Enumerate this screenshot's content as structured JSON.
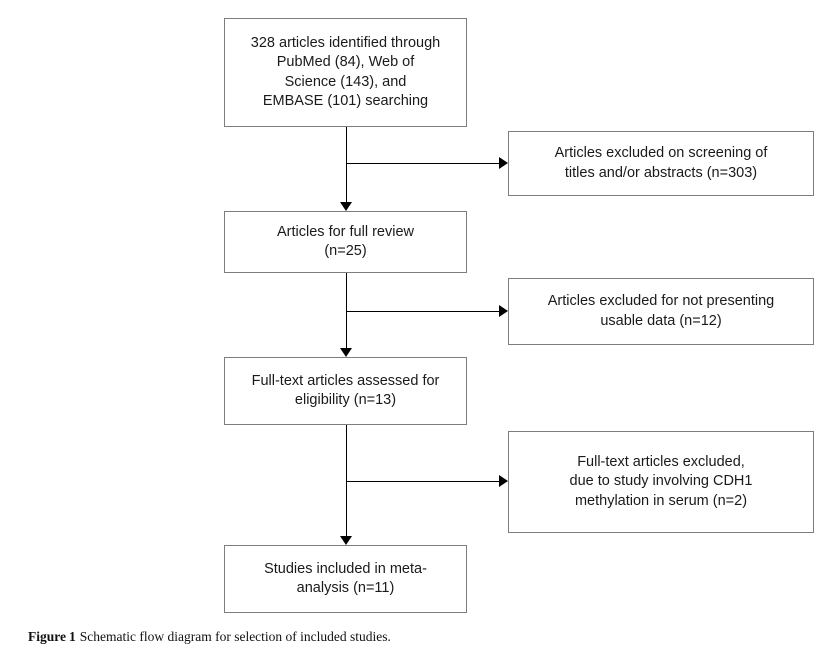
{
  "figure": {
    "caption_label": "Figure",
    "caption_number": "1",
    "caption_text": "Schematic flow diagram for selection of included studies."
  },
  "chart_data": {
    "type": "diagram",
    "diagram_kind": "prisma-flowchart",
    "title": "Schematic flow diagram for selection of included studies.",
    "colors": {
      "box_border": "#7d7d7d",
      "connector": "#000000",
      "background": "#ffffff",
      "text": "#1a1a1a"
    },
    "main_flow": [
      {
        "id": "identified",
        "text": "328 articles identified through PubMed (84), Web of Science (143), and EMBASE (101) searching",
        "count": 328,
        "sources": [
          {
            "name": "PubMed",
            "n": 84
          },
          {
            "name": "Web of Science",
            "n": 143
          },
          {
            "name": "EMBASE",
            "n": 101
          }
        ]
      },
      {
        "id": "full-review",
        "text": "Articles for full review (n=25)",
        "count": 25
      },
      {
        "id": "eligibility",
        "text": "Full-text articles assessed for eligibility (n=13)",
        "count": 13
      },
      {
        "id": "included",
        "text": "Studies included in meta-analysis (n=11)",
        "count": 11
      }
    ],
    "exclusions": [
      {
        "id": "excluded-screening",
        "text": "Articles excluded on screening of titles and/or abstracts (n=303)",
        "count": 303
      },
      {
        "id": "excluded-unusable",
        "text": "Articles excluded for not presenting usable data (n=12)",
        "count": 12
      },
      {
        "id": "excluded-serum",
        "text": "Full-text articles excluded, due to study involving CDH1 methylation in serum (n=2)",
        "count": 2
      }
    ]
  },
  "nodes": {
    "identified": "328 articles identified through\nPubMed (84), Web of\nScience (143), and\nEMBASE (101) searching",
    "full_review": "Articles for full review\n(n=25)",
    "eligibility": "Full-text articles assessed for\neligibility (n=13)",
    "included": "Studies included in meta-\nanalysis (n=11)",
    "excluded_screening": "Articles excluded on screening of\ntitles and/or abstracts (n=303)",
    "excluded_unusable": "Articles excluded for not presenting\nusable data (n=12)",
    "excluded_serum": "Full-text articles excluded,\ndue to study involving CDH1\nmethylation in serum (n=2)"
  }
}
